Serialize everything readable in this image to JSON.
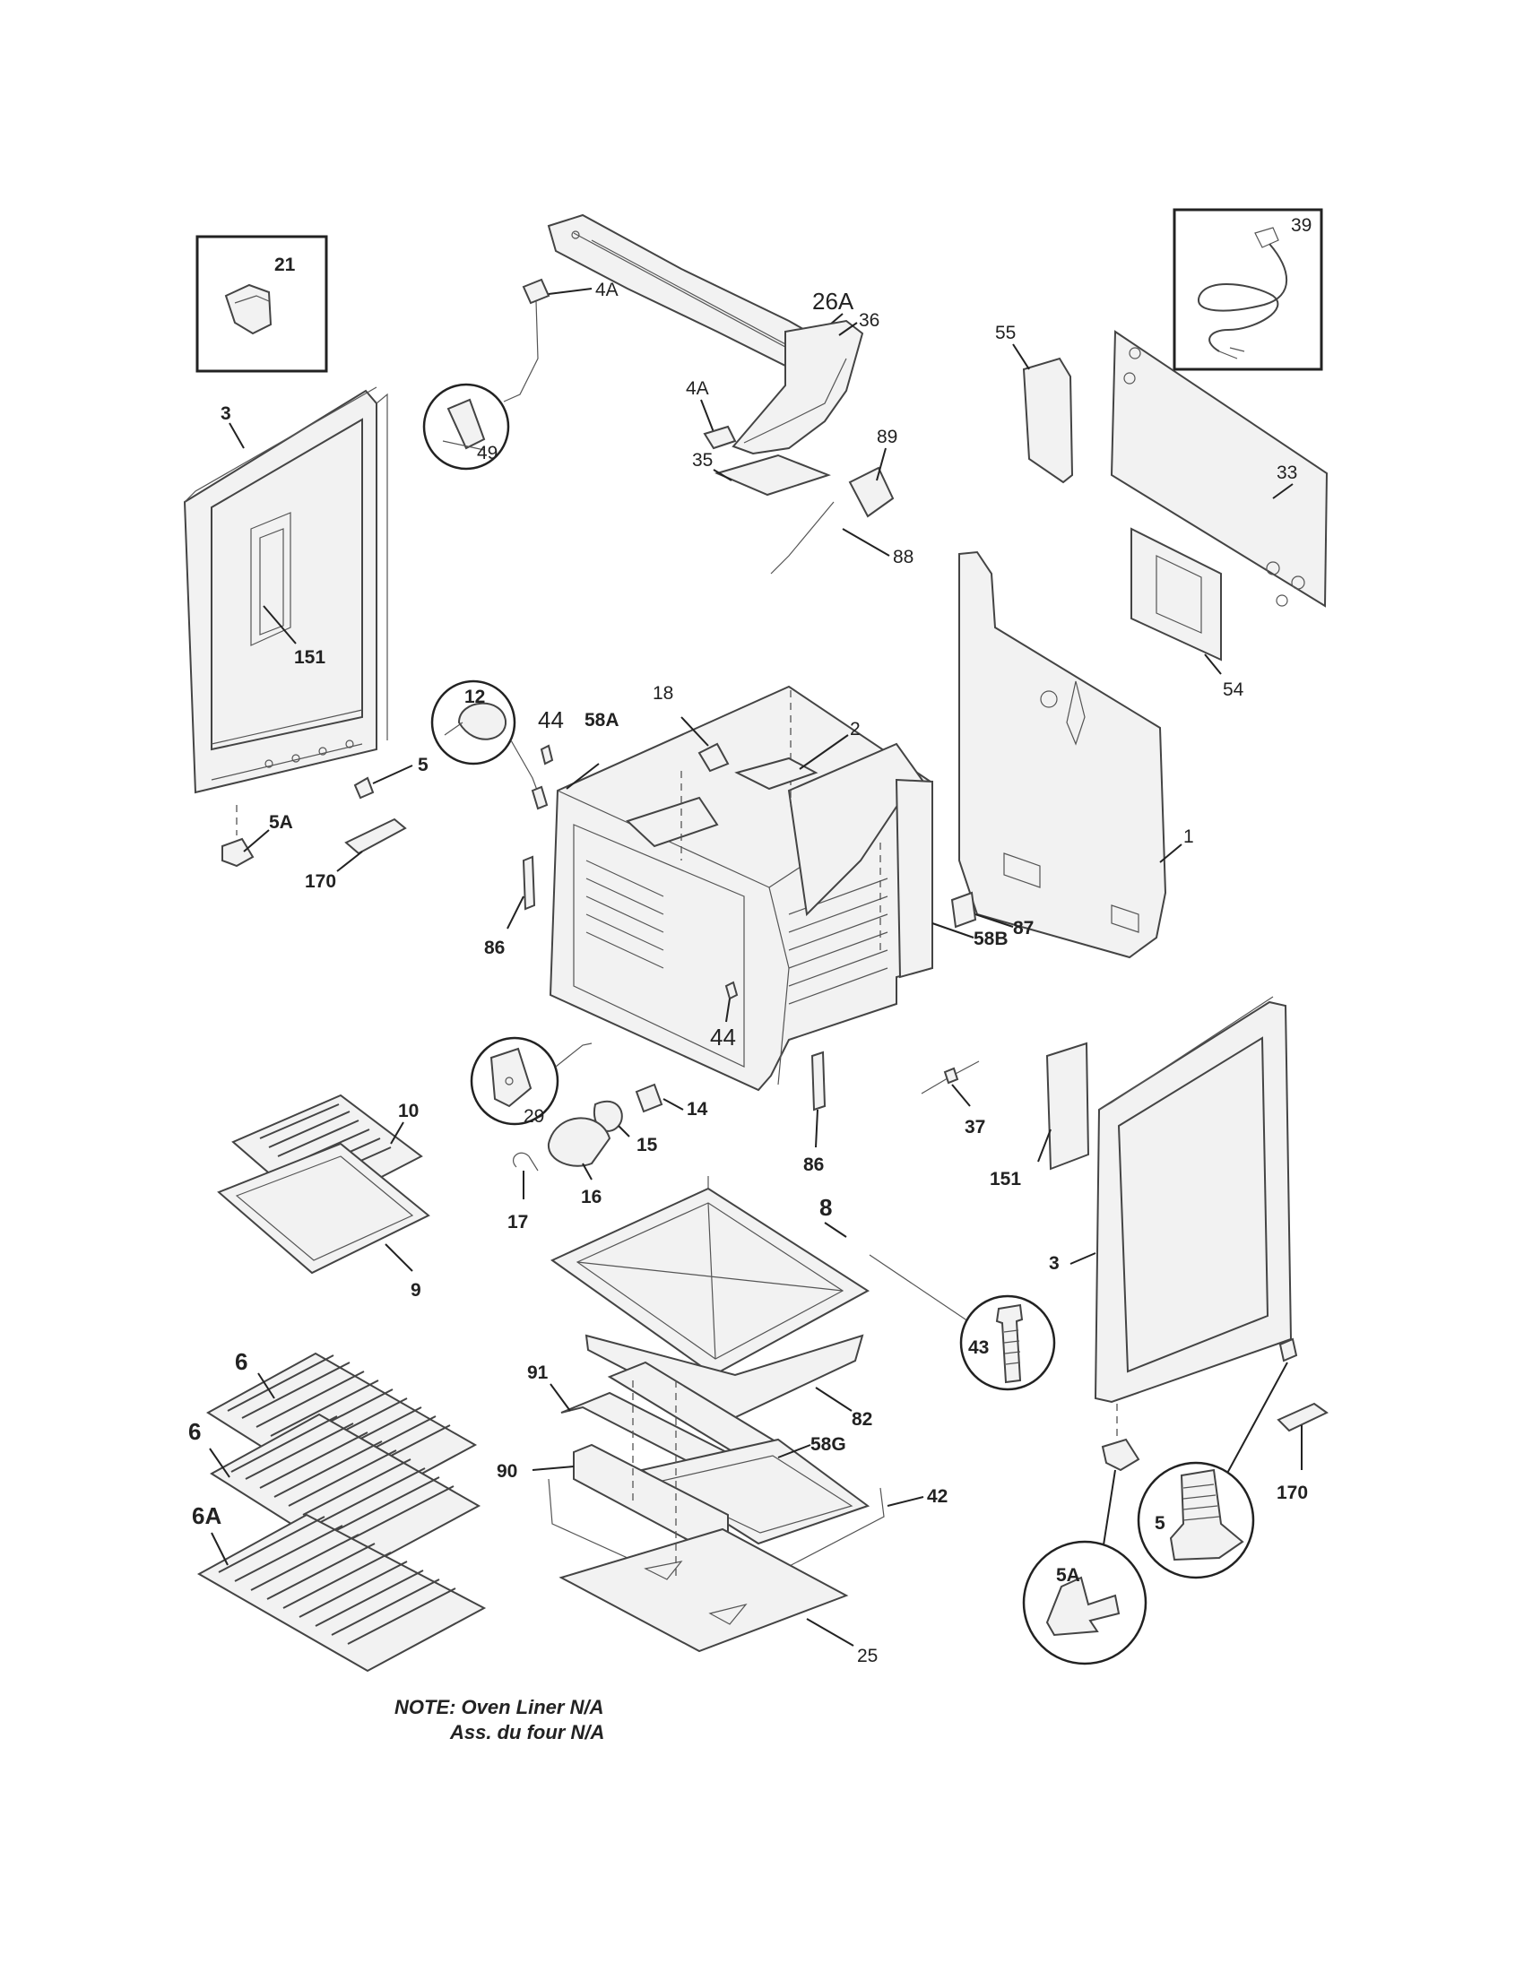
{
  "labels": {
    "l21": "21",
    "l39": "39",
    "l26A": "26A",
    "l4A_top": "4A",
    "l4A_mid": "4A",
    "l49": "49",
    "l3_left": "3",
    "l151_left": "151",
    "l36": "36",
    "l35": "35",
    "l89": "89",
    "l88": "88",
    "l55": "55",
    "l33": "33",
    "l54": "54",
    "l12": "12",
    "l44_top": "44",
    "l58A": "58A",
    "l18": "18",
    "l2": "2",
    "l1": "1",
    "l5_left": "5",
    "l5A_left": "5A",
    "l170_left": "170",
    "l86_left": "86",
    "l87": "87",
    "l58B": "58B",
    "l44_bot": "44",
    "l29": "29",
    "l14": "14",
    "l15": "15",
    "l16": "16",
    "l17": "17",
    "l10": "10",
    "l9": "9",
    "l86_right": "86",
    "l37": "37",
    "l151_right": "151",
    "l3_right": "3",
    "l8": "8",
    "l43": "43",
    "l6_a": "6",
    "l6_b": "6",
    "l6A": "6A",
    "l91": "91",
    "l82": "82",
    "l58G": "58G",
    "l90": "90",
    "l42": "42",
    "l25": "25",
    "l5_right": "5",
    "l5A_right": "5A",
    "l170_right": "170"
  },
  "note": {
    "line1": "NOTE: Oven Liner N/A",
    "line2": "Ass. du four N/A"
  }
}
